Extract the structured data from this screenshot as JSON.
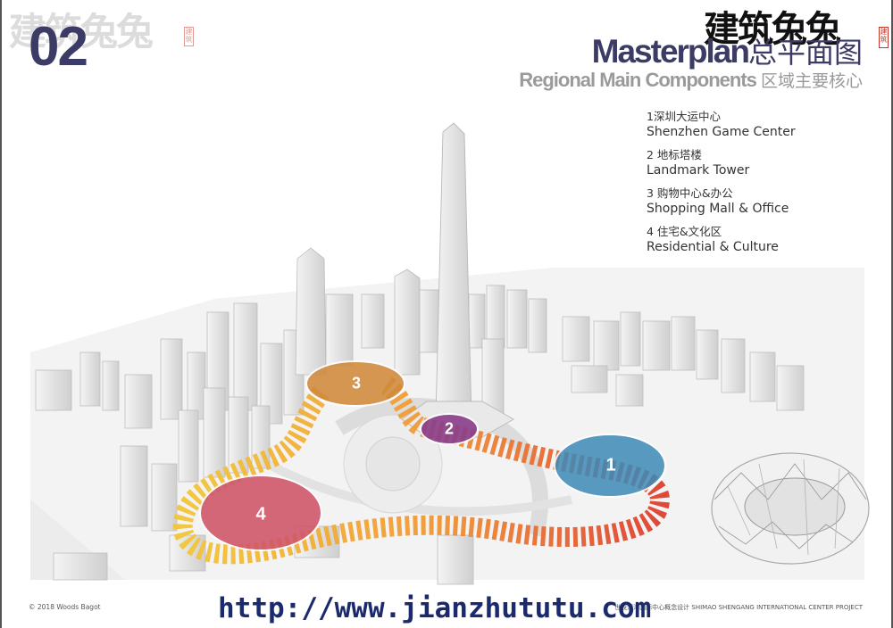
{
  "watermark": {
    "left": "建筑兔兔",
    "right": "建筑兔兔",
    "seal": "建筑"
  },
  "page_number": "02",
  "title": {
    "en": "Masterplan",
    "cn": "总平面图"
  },
  "subtitle": {
    "en": "Regional Main Components",
    "cn": "区域主要核心"
  },
  "legend": [
    {
      "cn": "1深圳大运中心",
      "en": "Shenzhen Game Center"
    },
    {
      "cn": "2  地标塔楼",
      "en": "Landmark Tower"
    },
    {
      "cn": "3  购物中心&办公",
      "en": "Shopping Mall & Office"
    },
    {
      "cn": "4  住宅&文化区",
      "en": "Residential & Culture"
    }
  ],
  "markers": [
    {
      "label": "1",
      "color": "#3d8ab8"
    },
    {
      "label": "2",
      "color": "#8a3d8a"
    },
    {
      "label": "3",
      "color": "#d08a3a"
    },
    {
      "label": "4",
      "color": "#cf5468"
    }
  ],
  "footer": {
    "copyright": "© 2018 Woods Bagot",
    "project": "世茂深港国际中心概念设计  SHIMAO SHENGANG INTERNATIONAL CENTER PROJECT",
    "url": "http://www.jianzhututu.com"
  },
  "colors": {
    "title": "#3b3b66",
    "path_yellow": "#f0c030",
    "path_orange": "#f08a30",
    "path_red": "#e04530"
  }
}
